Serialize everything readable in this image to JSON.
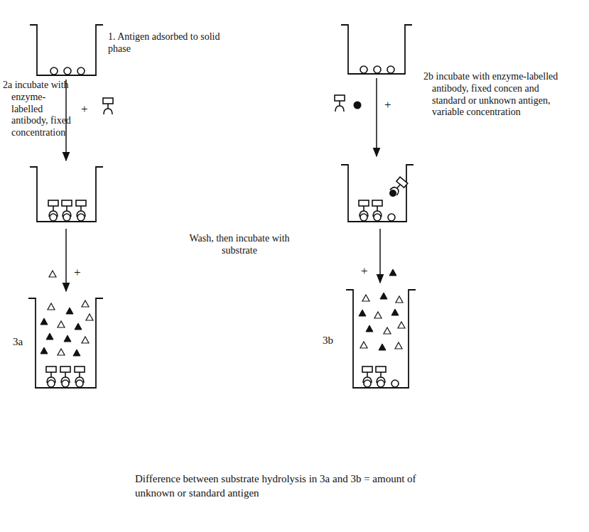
{
  "diagram": {
    "caption": "Difference between substrate hydrolysis in 3a and 3b = amount of unknown or standard antigen",
    "labels": [
      "1. Antigen adsorbed to solid phase",
      "2a incubate with enzyme-labelled antibody, fixed concentration",
      "+",
      "2b incubate with enzyme-labelled antibody, fixed concen and standard or unknown antigen, variable concentration",
      "+",
      "Wash, then incubate with substrate",
      "+",
      "+",
      "3a",
      "3b"
    ]
  }
}
